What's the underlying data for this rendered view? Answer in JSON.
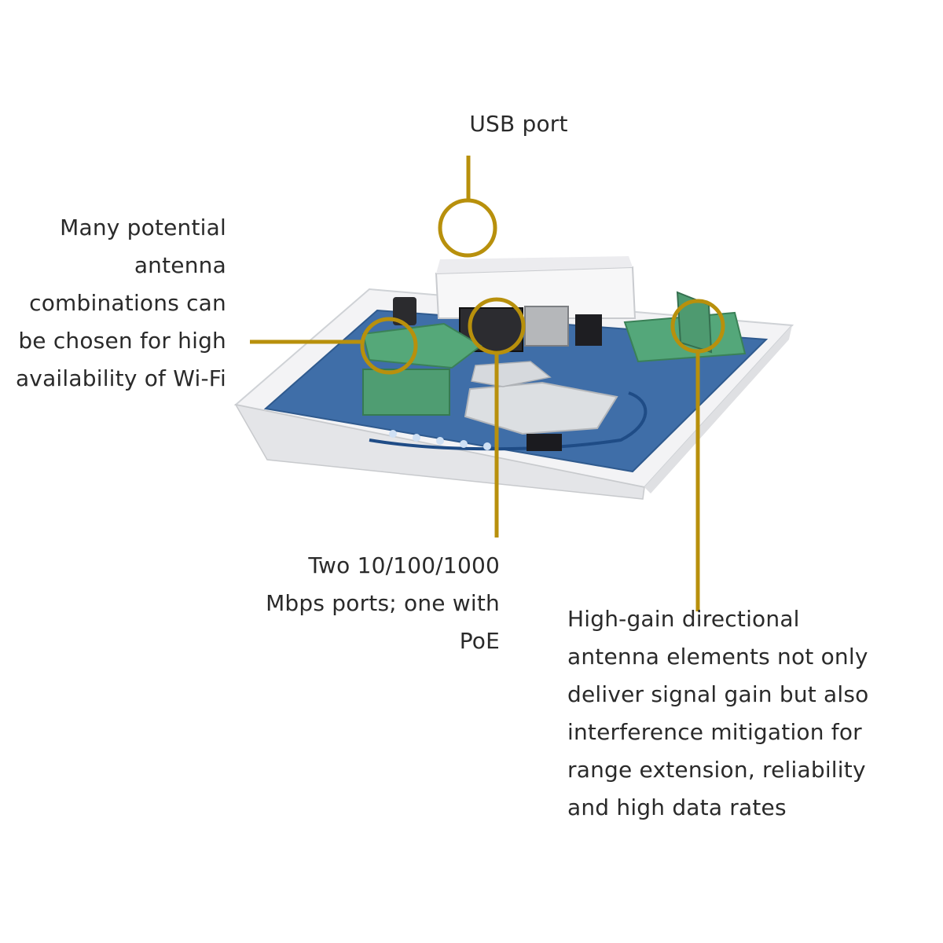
{
  "colors": {
    "accent": "#b8900c",
    "text": "#2a2a2a",
    "pcb": "#3f6ea8",
    "casing": "#f1f1f3"
  },
  "callouts": {
    "usb": {
      "lines": [
        "USB port"
      ]
    },
    "antenna": {
      "lines": [
        "Many potential",
        "antenna",
        "combinations can",
        "be chosen for high",
        "availability of Wi-Fi"
      ]
    },
    "ports": {
      "lines": [
        "Two 10/100/1000",
        "Mbps ports; one with",
        "PoE"
      ]
    },
    "directional": {
      "lines": [
        "High-gain directional",
        "antenna elements not only",
        "deliver signal gain but also",
        "interference mitigation for",
        "range extension, reliability",
        "and high data rates"
      ]
    }
  }
}
